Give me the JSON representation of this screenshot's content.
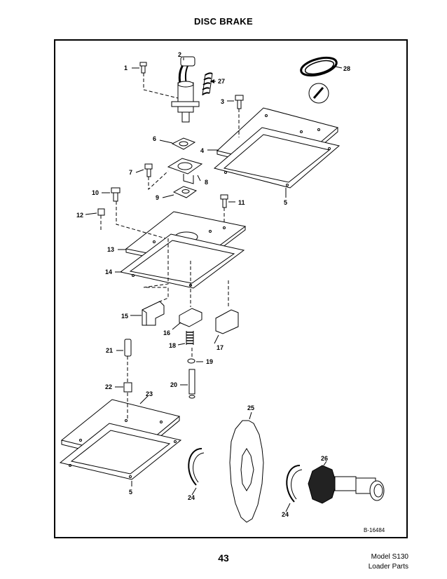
{
  "header": {
    "title": "DISC BRAKE"
  },
  "diagram": {
    "drawing_number": "B-16484",
    "callouts": {
      "c1": "1",
      "c2": "2",
      "c3": "3",
      "c4": "4",
      "c5a": "5",
      "c5b": "5",
      "c6": "6",
      "c7": "7",
      "c8": "8",
      "c9": "9",
      "c10": "10",
      "c11": "11",
      "c12": "12",
      "c13": "13",
      "c14": "14",
      "c15": "15",
      "c16": "16",
      "c17": "17",
      "c18": "18",
      "c19": "19",
      "c20": "20",
      "c21": "21",
      "c22": "22",
      "c23": "23",
      "c24a": "24",
      "c24b": "24",
      "c25": "25",
      "c26": "26",
      "c27": "27",
      "c28": "28"
    }
  },
  "footer": {
    "page_number": "43",
    "model": "Model S130",
    "section": "Loader Parts"
  }
}
